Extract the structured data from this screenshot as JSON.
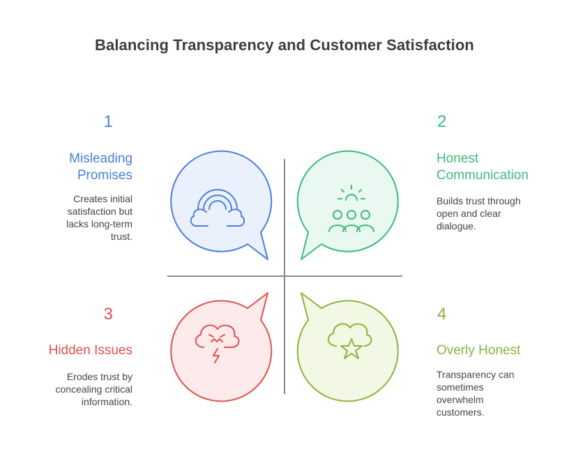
{
  "title": "Balancing Transparency and Customer Satisfaction",
  "colors": {
    "blue": "#4a7fd8",
    "blue_fill": "#eaf1fc",
    "green": "#3dba7c",
    "green_fill": "#e9f8f0",
    "red": "#e0514f",
    "red_fill": "#fdeaea",
    "olive": "#8ab43a",
    "olive_fill": "#f2f8e4",
    "axis": "#8a8a8a"
  },
  "quadrants": [
    {
      "number": "1",
      "heading_lines": [
        "Misleading",
        "Promises"
      ],
      "description_lines": [
        "Creates initial",
        "satisfaction but",
        "lacks long-term",
        "trust."
      ],
      "icon": "rainbow-cloud-icon"
    },
    {
      "number": "2",
      "heading_lines": [
        "Honest",
        "Communication"
      ],
      "description_lines": [
        "Builds trust through",
        "open and clear",
        "dialogue."
      ],
      "icon": "group-idea-icon"
    },
    {
      "number": "3",
      "heading_lines": [
        "Hidden Issues"
      ],
      "description_lines": [
        "Erodes trust by",
        "concealing critical",
        "information."
      ],
      "icon": "angry-storm-cloud-icon"
    },
    {
      "number": "4",
      "heading_lines": [
        "Overly Honest"
      ],
      "description_lines": [
        "Transparency can",
        "sometimes",
        "overwhelm",
        "customers."
      ],
      "icon": "star-cloud-icon"
    }
  ]
}
